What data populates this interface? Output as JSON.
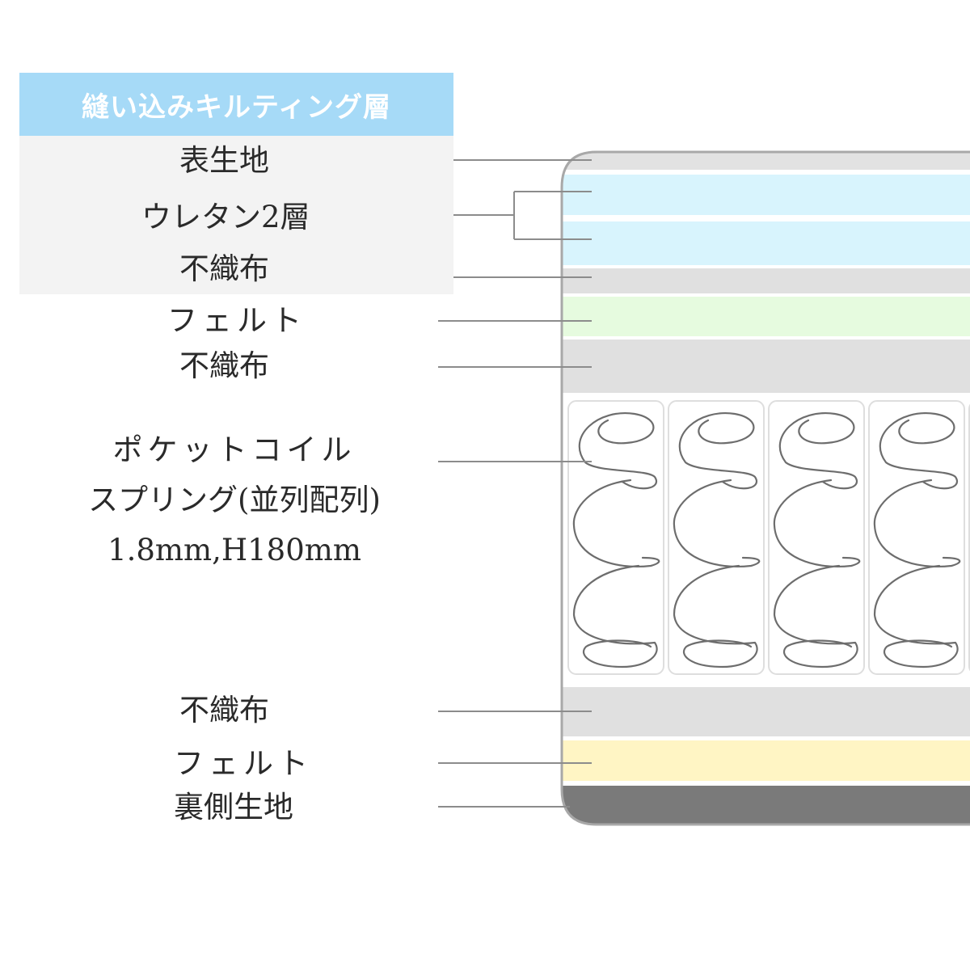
{
  "header": {
    "title": "縫い込みキルティング層"
  },
  "labels": {
    "face_fabric": "表生地",
    "urethane": "ウレタン2層",
    "nonwoven_1": "不織布",
    "felt_1": "フェルト",
    "nonwoven_2": "不織布",
    "nonwoven_3": "不織布",
    "felt_2": "フェルト",
    "back_fabric": "裏側生地"
  },
  "coil": {
    "line1": "ポケットコイル",
    "line2": "スプリング(並列配列)",
    "line3": "1.8mm,H180mm"
  },
  "colors": {
    "header_band": "#a6daf7",
    "group_box": "#f3f3f3",
    "face_layer": "#e2e2e2",
    "urethane_layer": "#d8f4fd",
    "nonwoven_layer": "#e0e0e0",
    "felt_top_layer": "#e6fbdf",
    "felt_bottom_layer": "#fff5c4",
    "back_layer": "#7a7a7a",
    "leader_line": "#8c8c8c"
  }
}
